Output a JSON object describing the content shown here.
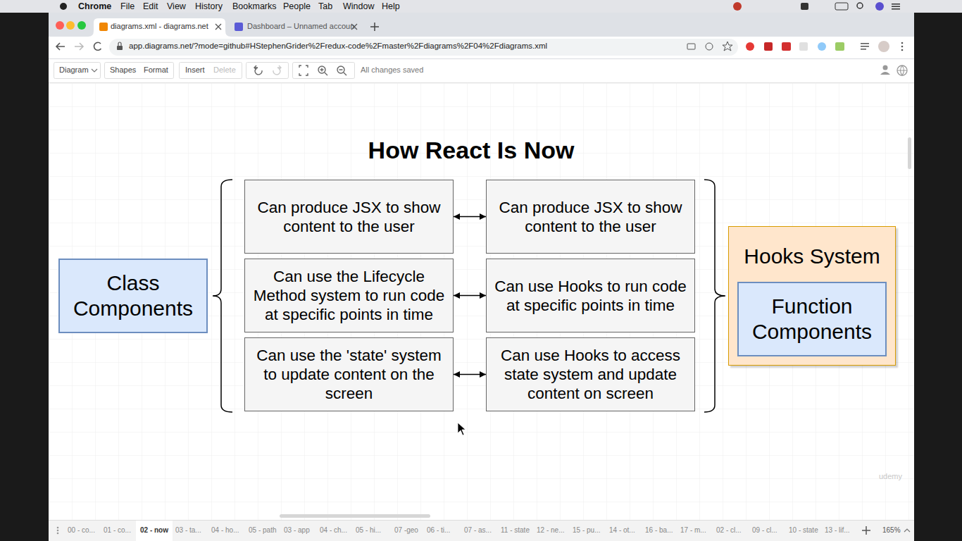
{
  "diagram": {
    "title": "How React Is Now",
    "nodes": [
      {
        "text": [
          "Class Components"
        ]
      },
      {
        "text": [
          "Can produce JSX to show content to the user"
        ]
      },
      {
        "text": [
          "Can use the Lifecycle Method system to run code at specific points in time"
        ]
      },
      {
        "text": [
          "Can use the 'state' system to update content on the screen"
        ]
      },
      {
        "text": [
          "Can produce JSX to show content to the user"
        ]
      },
      {
        "text": [
          "Can use Hooks to run code at specific points in time"
        ]
      },
      {
        "text": [
          "Can use Hooks to access state system and update content on screen"
        ]
      },
      {
        "text": [
          "Hooks System"
        ]
      },
      {
        "text": [
          "Function Components"
        ],
        "in": 7
      }
    ],
    "edges": [
      {
        "from": 1,
        "to": 4,
        "arrow": "both"
      },
      {
        "from": 2,
        "to": 5,
        "arrow": "both"
      },
      {
        "from": 3,
        "to": 6,
        "arrow": "both"
      }
    ],
    "labels": [
      "Chrome",
      "File",
      "Edit",
      "View",
      "History",
      "Bookmarks",
      "People",
      "Tab",
      "Window",
      "Help",
      "diagrams.xml - diagrams.net",
      "Dashboard – Unnamed accoun",
      "app.diagrams.net/?mode=github#HStephenGrider%2Fredux-code%2Fmaster%2Fdiagrams%2F04%2Fdiagrams.xml",
      "Diagram",
      "Shapes",
      "Format",
      "Insert",
      "Delete",
      "All changes saved",
      "00 - co...",
      "01 - co...",
      "02 - now",
      "03 - ta...",
      "04 - ho...",
      "05 - path",
      "03 - app",
      "04 - ch...",
      "05 - hi...",
      "07 -geo",
      "06 - ti...",
      "07 - as...",
      "11 - state",
      "12 - ne...",
      "15 - pu...",
      "14 - ot...",
      "16 - ba...",
      "17 - m...",
      "02 - cl...",
      "09 - cl...",
      "10 - state",
      "13 - lif...",
      "165%",
      "udemy"
    ]
  }
}
